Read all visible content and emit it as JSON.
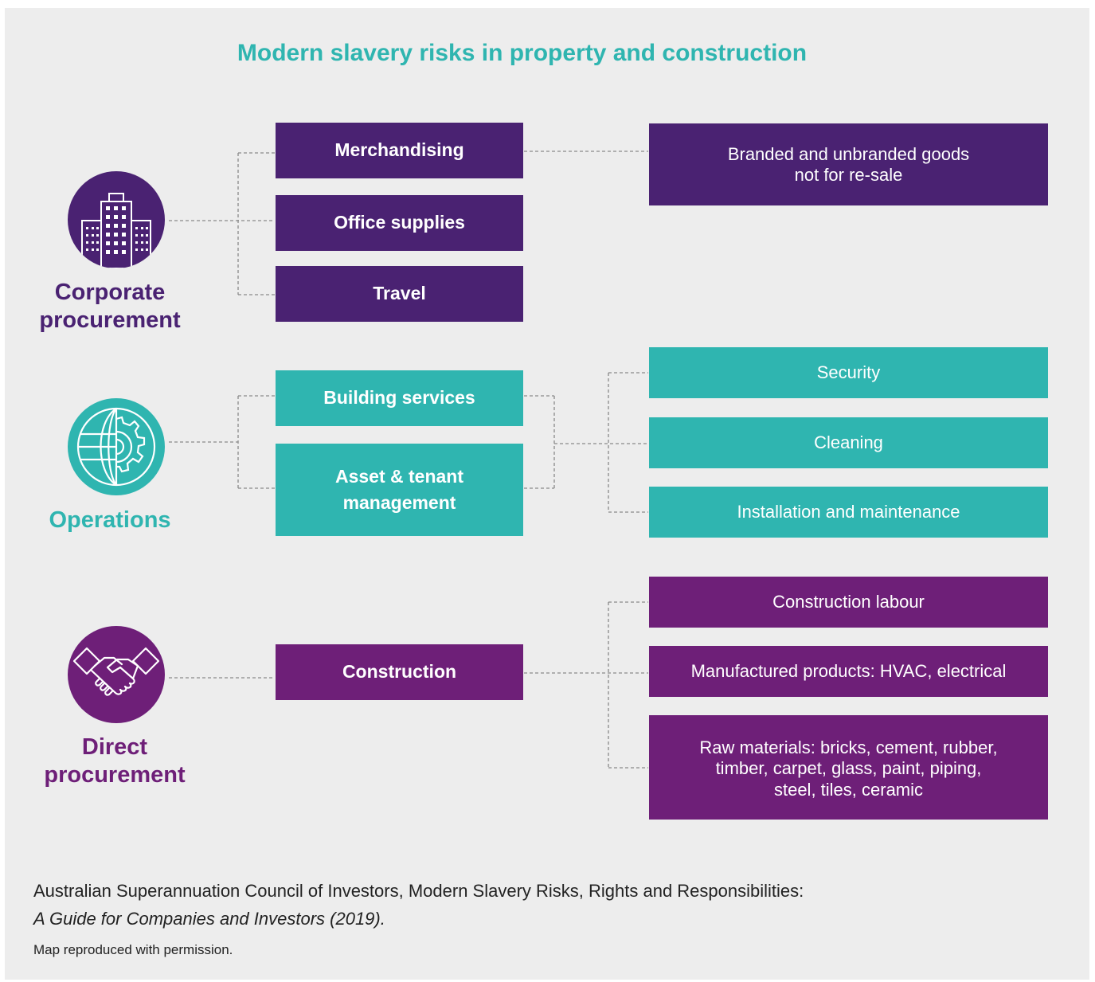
{
  "title": "Modern slavery risks in property and construction",
  "colors": {
    "corporate": "#4a2272",
    "operations": "#2fb5b0",
    "direct": "#6e1f78",
    "background": "#ededed"
  },
  "categories": [
    {
      "label_line1": "Corporate",
      "label_line2": "procurement",
      "icon": "office-building-icon",
      "activities": [
        "Merchandising",
        "Office supplies",
        "Travel"
      ],
      "risks": [
        {
          "line1": "Branded and unbranded goods",
          "line2": "not for re-sale"
        }
      ]
    },
    {
      "label_line1": "Operations",
      "icon": "globe-gear-icon",
      "activities": [
        "Building services",
        "Asset & tenant management"
      ],
      "risks": [
        "Security",
        "Cleaning",
        "Installation and maintenance"
      ]
    },
    {
      "label_line1": "Direct",
      "label_line2": "procurement",
      "icon": "handshake-icon",
      "activities": [
        "Construction"
      ],
      "risks": [
        "Construction labour",
        "Manufactured products: HVAC, electrical",
        {
          "line1": "Raw materials: bricks, cement, rubber,",
          "line2": "timber, carpet, glass, paint, piping,",
          "line3": "steel, tiles, ceramic"
        }
      ]
    }
  ],
  "source": {
    "line1": "Australian Superannuation Council of Investors, Modern Slavery Risks, Rights and Responsibilities:",
    "line2": "A Guide for Companies and Investors (2019)."
  },
  "permission": "Map reproduced with permission."
}
